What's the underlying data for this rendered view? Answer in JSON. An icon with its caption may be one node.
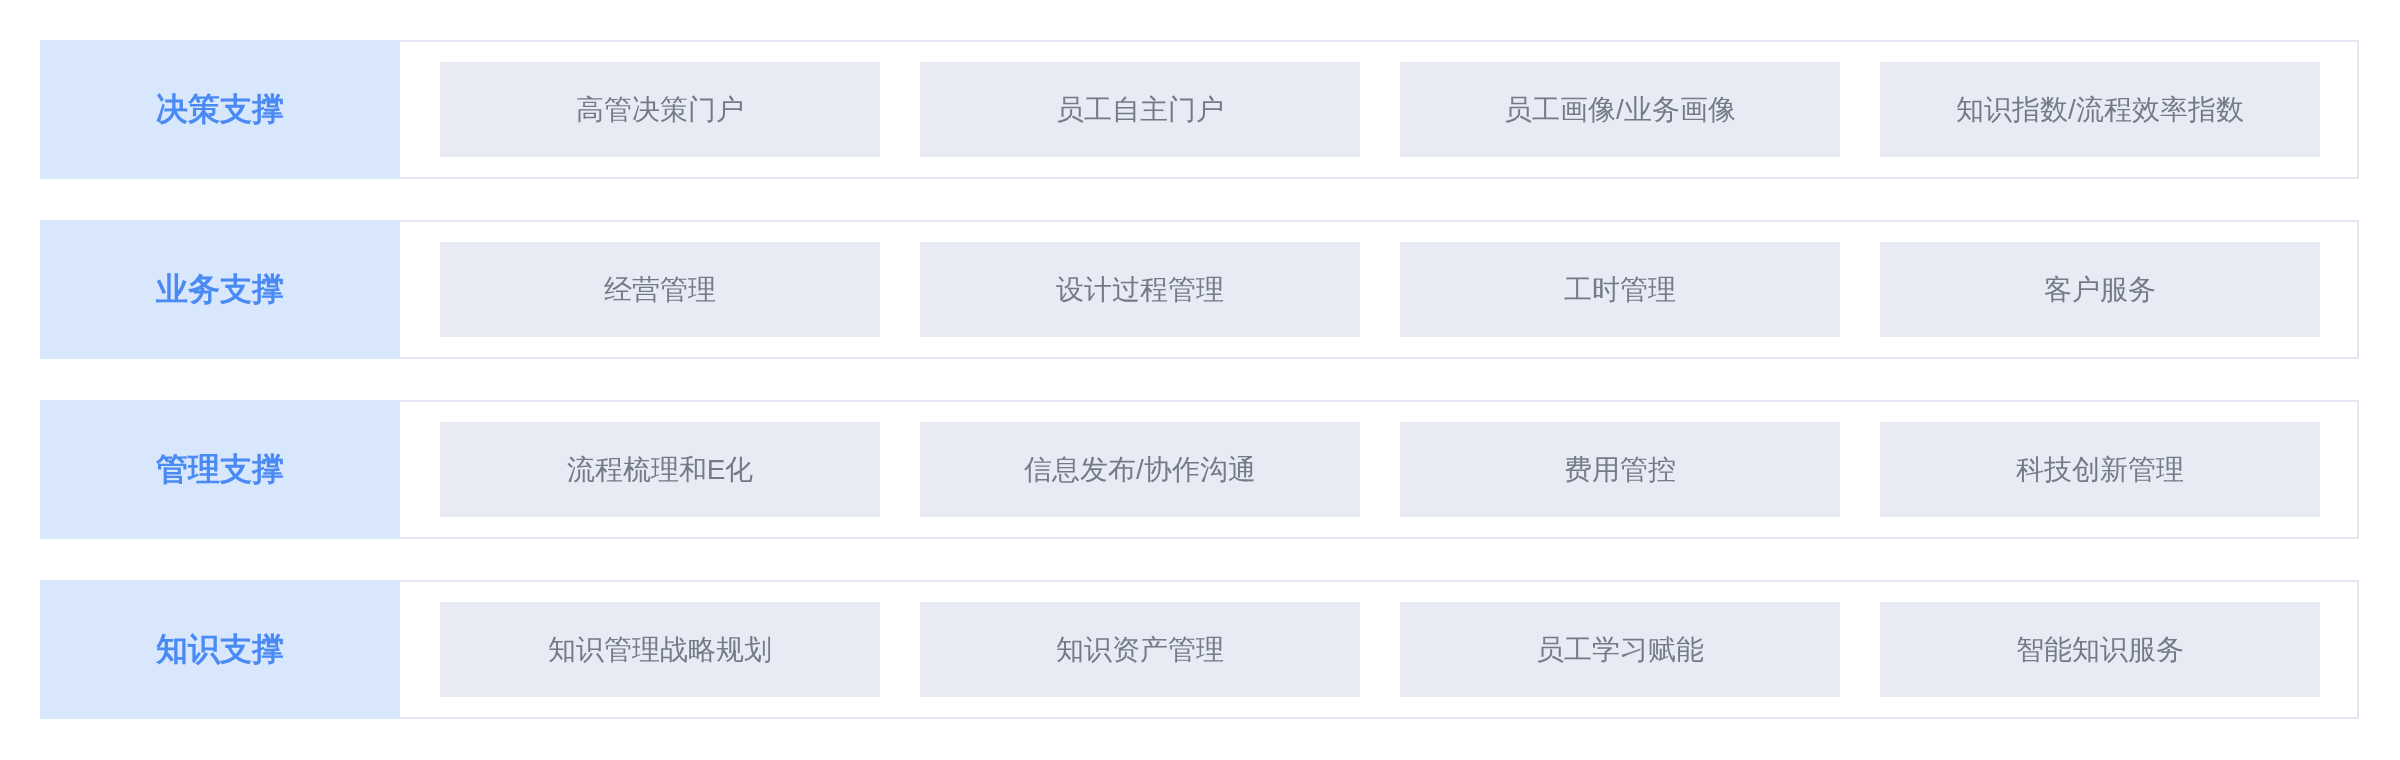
{
  "diagram": {
    "nodes": [
      {
        "text": [],
        "shape": "box"
      },
      {
        "text": [
          "决策支撑"
        ],
        "in": 0
      },
      {
        "text": [
          "高管决策门户"
        ],
        "in": 0
      },
      {
        "text": [
          "员工自主门户"
        ],
        "in": 0
      },
      {
        "text": [
          "员工画像/业务画像"
        ],
        "in": 0
      },
      {
        "text": [
          "知识指数/流程效率指数"
        ],
        "in": 0
      },
      {
        "text": [],
        "shape": "box"
      },
      {
        "text": [
          "业务支撑"
        ],
        "in": 6
      },
      {
        "text": [
          "经营管理"
        ],
        "in": 6
      },
      {
        "text": [
          "设计过程管理"
        ],
        "in": 6
      },
      {
        "text": [
          "工时管理"
        ],
        "in": 6
      },
      {
        "text": [
          "客户服务"
        ],
        "in": 6
      },
      {
        "text": [],
        "shape": "box"
      },
      {
        "text": [
          "管理支撑"
        ],
        "in": 12
      },
      {
        "text": [
          "流程梳理和E化"
        ],
        "in": 12
      },
      {
        "text": [
          "信息发布/协作沟通"
        ],
        "in": 12
      },
      {
        "text": [
          "费用管控"
        ],
        "in": 12
      },
      {
        "text": [
          "科技创新管理"
        ],
        "in": 12
      },
      {
        "text": [],
        "shape": "box"
      },
      {
        "text": [
          "知识支撑"
        ],
        "in": 18
      },
      {
        "text": [
          "知识管理战略规划"
        ],
        "in": 18
      },
      {
        "text": [
          "知识资产管理"
        ],
        "in": 18
      },
      {
        "text": [
          "员工学习赋能"
        ],
        "in": 18
      },
      {
        "text": [
          "智能知识服务"
        ],
        "in": 18
      }
    ]
  }
}
